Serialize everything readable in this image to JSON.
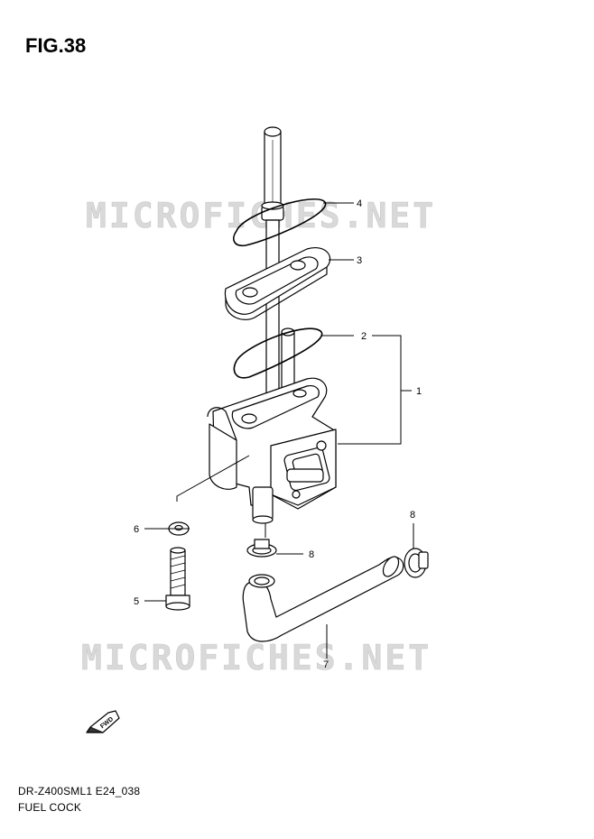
{
  "figure": {
    "title": "FIG.38"
  },
  "watermark": {
    "text": "MICROFICHES.NET",
    "color": "#d9d9d9"
  },
  "callouts": [
    "1",
    "2",
    "3",
    "4",
    "5",
    "6",
    "7",
    "8",
    "8"
  ],
  "forward_label": "FWD",
  "footer": {
    "model_code": "DR-Z400SML1 E24_038",
    "part_group": "FUEL COCK"
  },
  "colors": {
    "line": "#000000",
    "fill": "#ffffff",
    "shade": "#444444"
  }
}
